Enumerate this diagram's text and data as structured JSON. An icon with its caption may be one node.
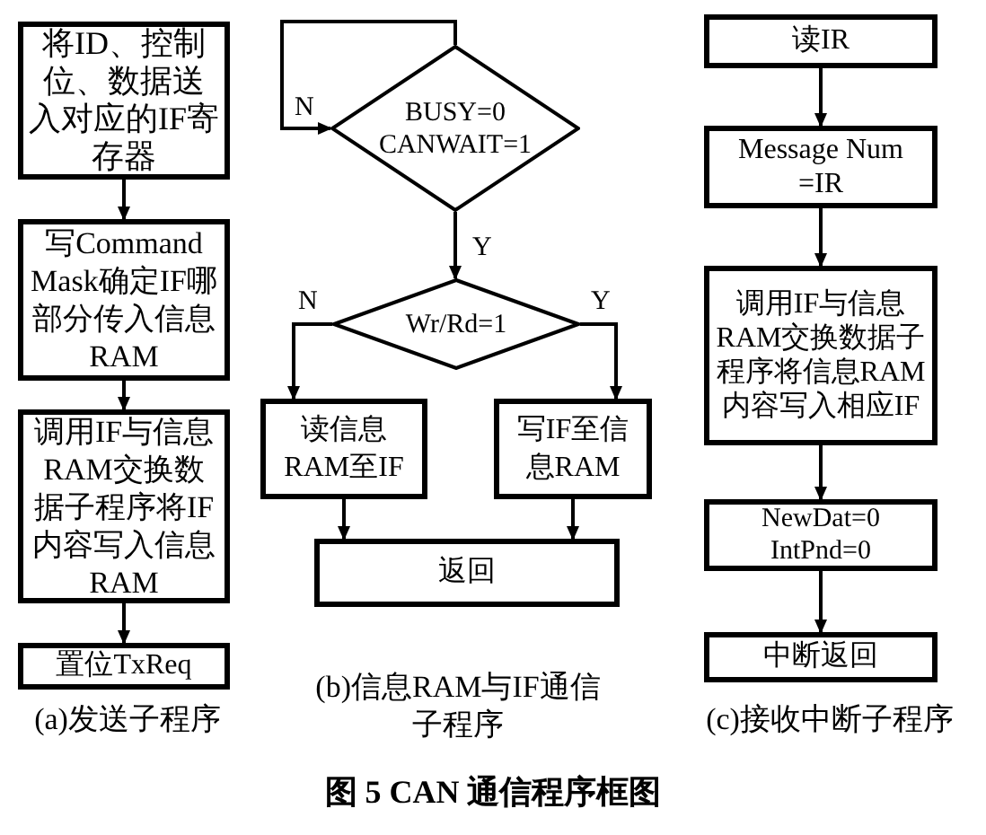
{
  "diagram": {
    "caption": "图 5 CAN 通信程序框图",
    "nodes": [
      {
        "text": [
          "将ID、控制位、数据送入对应的IF寄存器"
        ]
      },
      {
        "text": [
          "写Command Mask确定IF哪部分传入信息RAM"
        ]
      },
      {
        "text": [
          "调用IF与信息RAM交换数据子程序将IF内容写入信息RAM"
        ]
      },
      {
        "text": [
          "置位TxReq"
        ]
      },
      {
        "text": [
          "BUSY=0 CANWAIT=1"
        ]
      },
      {
        "text": [
          "Wr/Rd=1"
        ]
      },
      {
        "text": [
          "读信息RAM至IF"
        ]
      },
      {
        "text": [
          "写IF至信息RAM"
        ]
      },
      {
        "text": [
          "返回"
        ]
      },
      {
        "text": [
          "读IR"
        ]
      },
      {
        "text": [
          "Message Num =IR"
        ]
      },
      {
        "text": [
          "调用IF与信息RAM交换数据子程序将信息RAM内容写入相应IF"
        ]
      },
      {
        "text": [
          "NewDat=0 IntPnd=0"
        ]
      },
      {
        "text": [
          "中断返回"
        ]
      }
    ],
    "edges": [
      {
        "from": 0,
        "to": 1,
        "arrow": "to"
      },
      {
        "from": 1,
        "to": 2,
        "arrow": "to"
      },
      {
        "from": 2,
        "to": 3,
        "arrow": "to"
      },
      {
        "from": 4,
        "to": 4,
        "arrow": "to",
        "label": "N"
      },
      {
        "from": 4,
        "to": 5,
        "arrow": "to",
        "label": "Y"
      },
      {
        "from": 5,
        "to": 6,
        "arrow": "to",
        "label": "N"
      },
      {
        "from": 5,
        "to": 7,
        "arrow": "to",
        "label": "Y"
      },
      {
        "from": 6,
        "to": 8,
        "arrow": "to"
      },
      {
        "from": 7,
        "to": 8,
        "arrow": "to"
      },
      {
        "from": 9,
        "to": 10,
        "arrow": "to"
      },
      {
        "from": 10,
        "to": 11,
        "arrow": "to"
      },
      {
        "from": 11,
        "to": 12,
        "arrow": "to"
      },
      {
        "from": 12,
        "to": 13,
        "arrow": "to"
      }
    ],
    "labels": [
      "(a)发送子程序",
      "(b)信息RAM与IF通信子程序",
      "(c)接收中断子程序"
    ]
  }
}
